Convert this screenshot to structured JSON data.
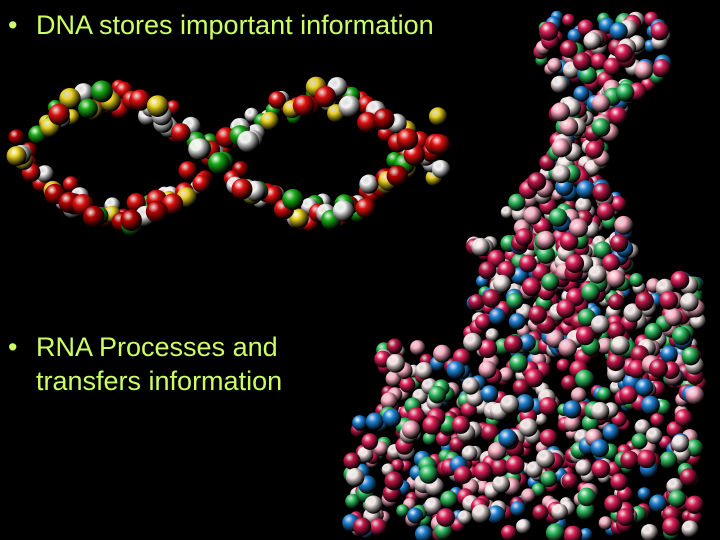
{
  "slide": {
    "background": "#000000",
    "text_color": "#ccff66",
    "bullet_glyph": "•",
    "bullets": [
      {
        "lines": [
          "DNA stores important information"
        ]
      },
      {
        "lines": [
          "RNA Processes and",
          "transfers information"
        ]
      }
    ],
    "images": [
      {
        "name": "dna-double-helix-image"
      },
      {
        "name": "rna-molecule-image"
      }
    ]
  },
  "palette": {
    "dna": [
      "#e01010",
      "#f2f2f2",
      "#18b018",
      "#1020c8",
      "#e8d020",
      "#b80000"
    ],
    "rna": [
      "#e0205a",
      "#f4e6e6",
      "#30c060",
      "#1f84d8",
      "#c01848",
      "#ffb0c4"
    ]
  }
}
